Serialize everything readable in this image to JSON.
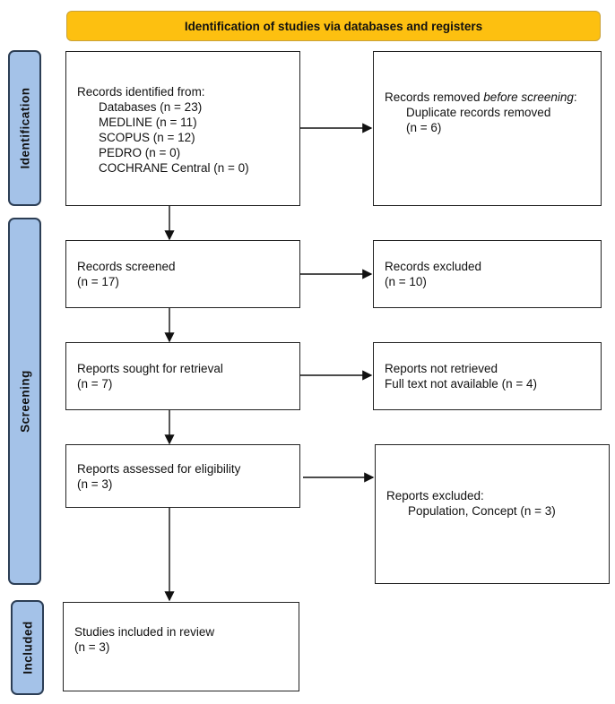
{
  "header": {
    "title": "Identification of studies via databases and registers"
  },
  "phases": {
    "identification": "Identification",
    "screening": "Screening",
    "included": "Included"
  },
  "identified": {
    "title": "Records identified from:",
    "items": [
      "Databases (n = 23)",
      "MEDLINE (n = 11)",
      "SCOPUS (n = 12)",
      "PEDRO (n = 0)",
      "COCHRANE Central (n = 0)"
    ]
  },
  "removed": {
    "title_prefix": "Records removed ",
    "title_italic": "before screening",
    "title_suffix": ":",
    "item": "Duplicate records removed",
    "count": "(n = 6)"
  },
  "screened": {
    "title": "Records screened",
    "count": "(n = 17)"
  },
  "excluded": {
    "title": "Records excluded",
    "count": "(n = 10)"
  },
  "sought": {
    "title": "Reports sought for retrieval",
    "count": "(n = 7)"
  },
  "not_retrieved": {
    "title": "Reports not retrieved",
    "item": "Full text not available (n = 4)"
  },
  "assessed": {
    "title": "Reports assessed for eligibility",
    "count": "(n = 3)"
  },
  "reports_excluded": {
    "title": "Reports excluded:",
    "item": "Population, Concept (n = 3)"
  },
  "included": {
    "title": "Studies included in review",
    "count": "(n = 3)"
  },
  "colors": {
    "header": "#FDC010",
    "phase": "#A4C2E8"
  }
}
